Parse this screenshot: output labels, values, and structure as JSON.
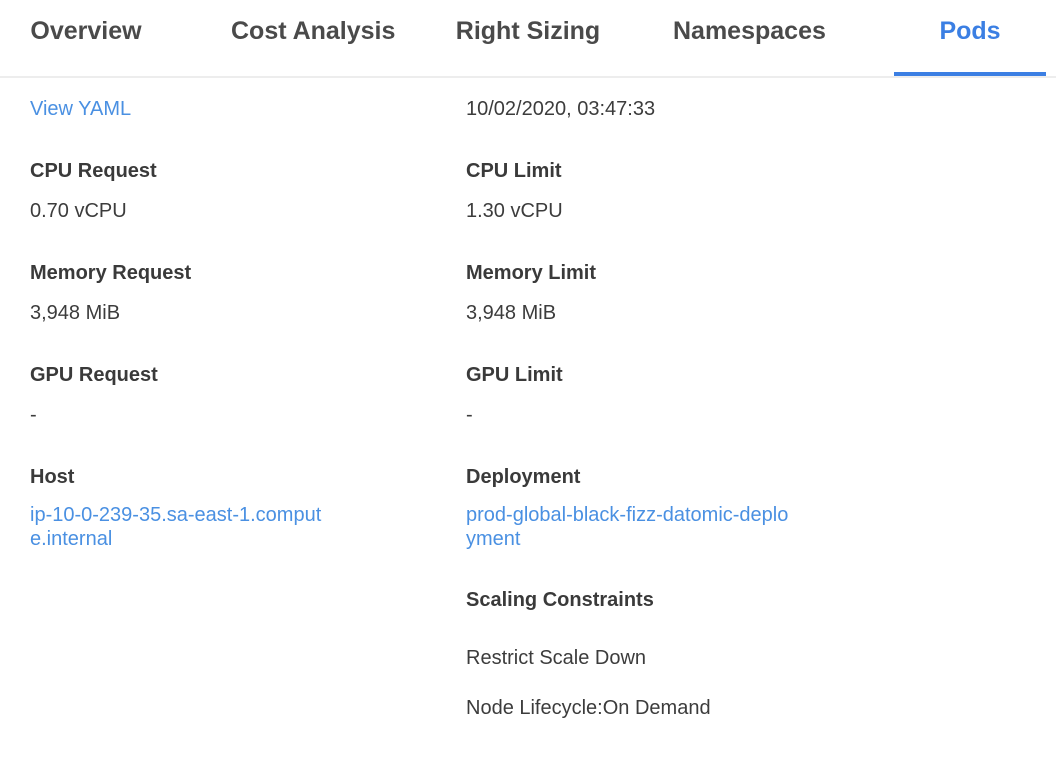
{
  "tabs": {
    "items": [
      {
        "label": "Overview",
        "active": false
      },
      {
        "label": "Cost Analysis",
        "active": false
      },
      {
        "label": "Right Sizing",
        "active": false
      },
      {
        "label": "Namespaces",
        "active": false
      },
      {
        "label": "Pods",
        "active": true
      }
    ]
  },
  "panel": {
    "view_yaml_label": "View YAML",
    "timestamp": "10/02/2020, 03:47:33",
    "fields": {
      "cpu_request": {
        "label": "CPU Request",
        "value": "0.70 vCPU"
      },
      "cpu_limit": {
        "label": "CPU Limit",
        "value": "1.30 vCPU"
      },
      "memory_request": {
        "label": "Memory Request",
        "value": "3,948 MiB"
      },
      "memory_limit": {
        "label": "Memory Limit",
        "value": "3,948 MiB"
      },
      "gpu_request": {
        "label": "GPU Request",
        "value": "-"
      },
      "gpu_limit": {
        "label": "GPU Limit",
        "value": "-"
      },
      "host": {
        "label": "Host",
        "value": "ip-10-0-239-35.sa-east-1.compute.internal"
      },
      "deployment": {
        "label": "Deployment",
        "value": "prod-global-black-fizz-datomic-deployment"
      }
    },
    "scaling": {
      "title": "Scaling Constraints",
      "items": [
        "Restrict Scale Down",
        "Node Lifecycle:On Demand"
      ]
    }
  },
  "colors": {
    "accent_tab_blue": "#3b7fe3",
    "link_blue": "#4a90e2",
    "text_dark": "#3c3c3c",
    "tab_inactive": "#4a4a4a",
    "tab_border": "#ededed"
  }
}
